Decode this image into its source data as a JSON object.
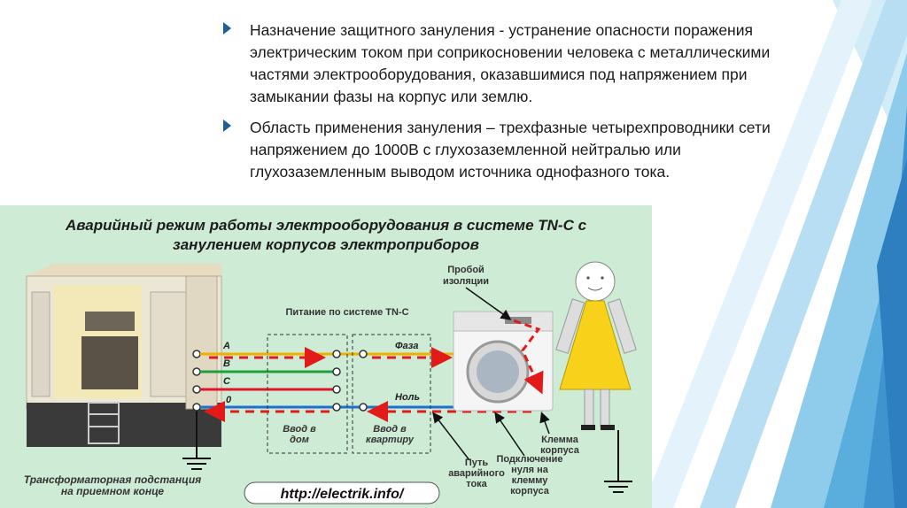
{
  "bullets": [
    {
      "text": "Назначение защитного зануления - устранение опасности поражения электрическим током при соприкосновении человека с металлическими частями электрооборудования, оказавшимися под напряжением при замыкании фазы на корпус или землю."
    },
    {
      "text": "Область применения зануления – трехфазные четырехпроводники сети напряжением до 1000В с глухозаземленной нейтралью или глухозаземленным выводом источника однофазного тока."
    }
  ],
  "diagram": {
    "title_line1": "Аварийный режим работы электрооборудования в системе TN-C с",
    "title_line2": "занулением корпусов электроприборов",
    "system_label": "Питание по системе TN-C",
    "breakdown_label": [
      "Пробой",
      "изоляции"
    ],
    "phase_label": "Фаза",
    "zero_label": "Ноль",
    "wire_labels": [
      "A",
      "B",
      "C",
      "0"
    ],
    "entry_house": [
      "Ввод в",
      "дом"
    ],
    "entry_apartment": [
      "Ввод в",
      "квартиру"
    ],
    "clamp_label": [
      "Клемма",
      "корпуса"
    ],
    "fault_path_label": [
      "Путь",
      "аварийного",
      "тока"
    ],
    "connection_label": [
      "Подключение",
      "нуля на",
      "клемму",
      "корпуса"
    ],
    "substation_label": [
      "Трансформаторная подстанция",
      "на приемном конце"
    ],
    "url": "http://electrik.info/"
  },
  "colors": {
    "accent": "#1e5f98",
    "panel_bg": "#cdebd5",
    "phase_wire": "#f0b000",
    "wire_b": "#1ea03c",
    "wire_c": "#e0152a",
    "neutral_wire": "#1f6fd0",
    "fault_arrow": "#e21a1a",
    "dress": "#f8d21a"
  }
}
